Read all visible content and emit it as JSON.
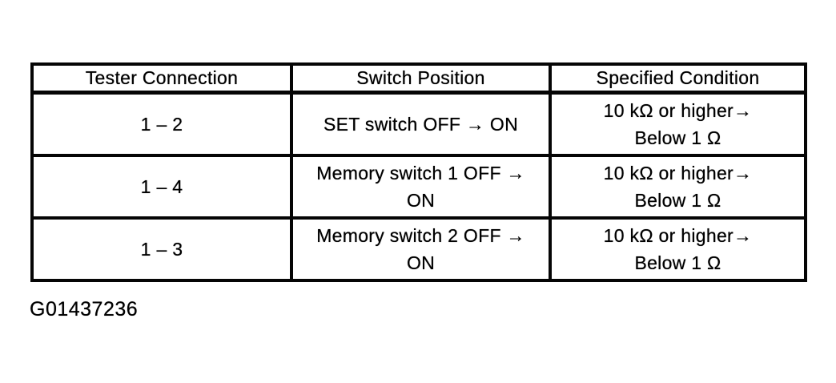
{
  "colors": {
    "background": "#ffffff",
    "text": "#000000",
    "border": "#000000"
  },
  "table": {
    "headers": [
      "Tester Connection",
      "Switch Position",
      "Specified Condition"
    ],
    "rows": [
      {
        "tester_connection": "1 – 2",
        "switch_position": "SET switch OFF → ON",
        "specified_condition": "10 kΩ or higher→\nBelow 1 Ω"
      },
      {
        "tester_connection": "1 – 4",
        "switch_position": "Memory switch 1 OFF →\nON",
        "specified_condition": "10 kΩ or higher→\nBelow 1 Ω"
      },
      {
        "tester_connection": "1 – 3",
        "switch_position": "Memory switch 2 OFF →\nON",
        "specified_condition": "10 kΩ or higher→\nBelow 1 Ω"
      }
    ]
  },
  "caption": "G01437236"
}
